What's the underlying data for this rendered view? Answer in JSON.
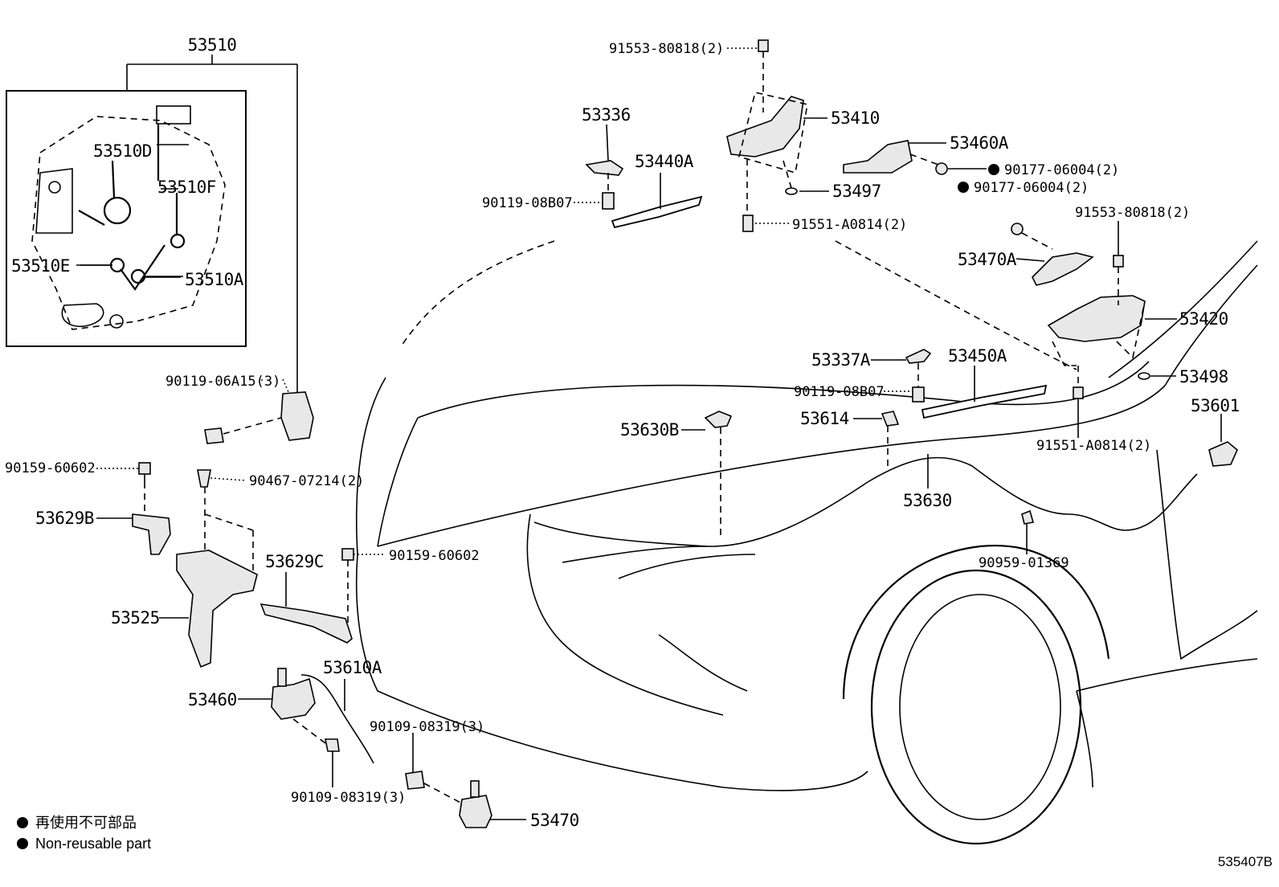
{
  "diagram": {
    "code": "535407B",
    "legend": [
      {
        "marker": "filled-circle-icon",
        "text": "再使用不可部品"
      },
      {
        "marker": "filled-circle-icon",
        "text": "Non-reusable part"
      }
    ],
    "labels": {
      "p53510": "53510",
      "p53510D": "53510D",
      "p53510F": "53510F",
      "p53510E": "53510E",
      "p53510A": "53510A",
      "p90119_06A15": "90119-06A15(3)",
      "p90159_60602_a": "90159-60602",
      "p90467_07214": "90467-07214(2)",
      "p53629B": "53629B",
      "p53629C": "53629C",
      "p90159_60602_b": "90159-60602",
      "p53525": "53525",
      "p53610A": "53610A",
      "p53460": "53460",
      "p90109_08319_a": "90109-08319(3)",
      "p90109_08319_b": "90109-08319(3)",
      "p53470": "53470",
      "p91553_80818_a": "91553-80818(2)",
      "p53410": "53410",
      "p53336": "53336",
      "p53440A": "53440A",
      "p90119_08B07_a": "90119-08B07",
      "p53460A": "53460A",
      "p90177_06004_a": "90177-06004(2)",
      "p90177_06004_b": "90177-06004(2)",
      "p53497": "53497",
      "p91551_A0814_a": "91551-A0814(2)",
      "p91553_80818_b": "91553-80818(2)",
      "p53470A": "53470A",
      "p53420": "53420",
      "p53337A": "53337A",
      "p53450A": "53450A",
      "p53498": "53498",
      "p90119_08B07_b": "90119-08B07",
      "p53601": "53601",
      "p53630B": "53630B",
      "p53614": "53614",
      "p91551_A0814_b": "91551-A0814(2)",
      "p53630": "53630",
      "p90959_01369": "90959-01369"
    }
  }
}
